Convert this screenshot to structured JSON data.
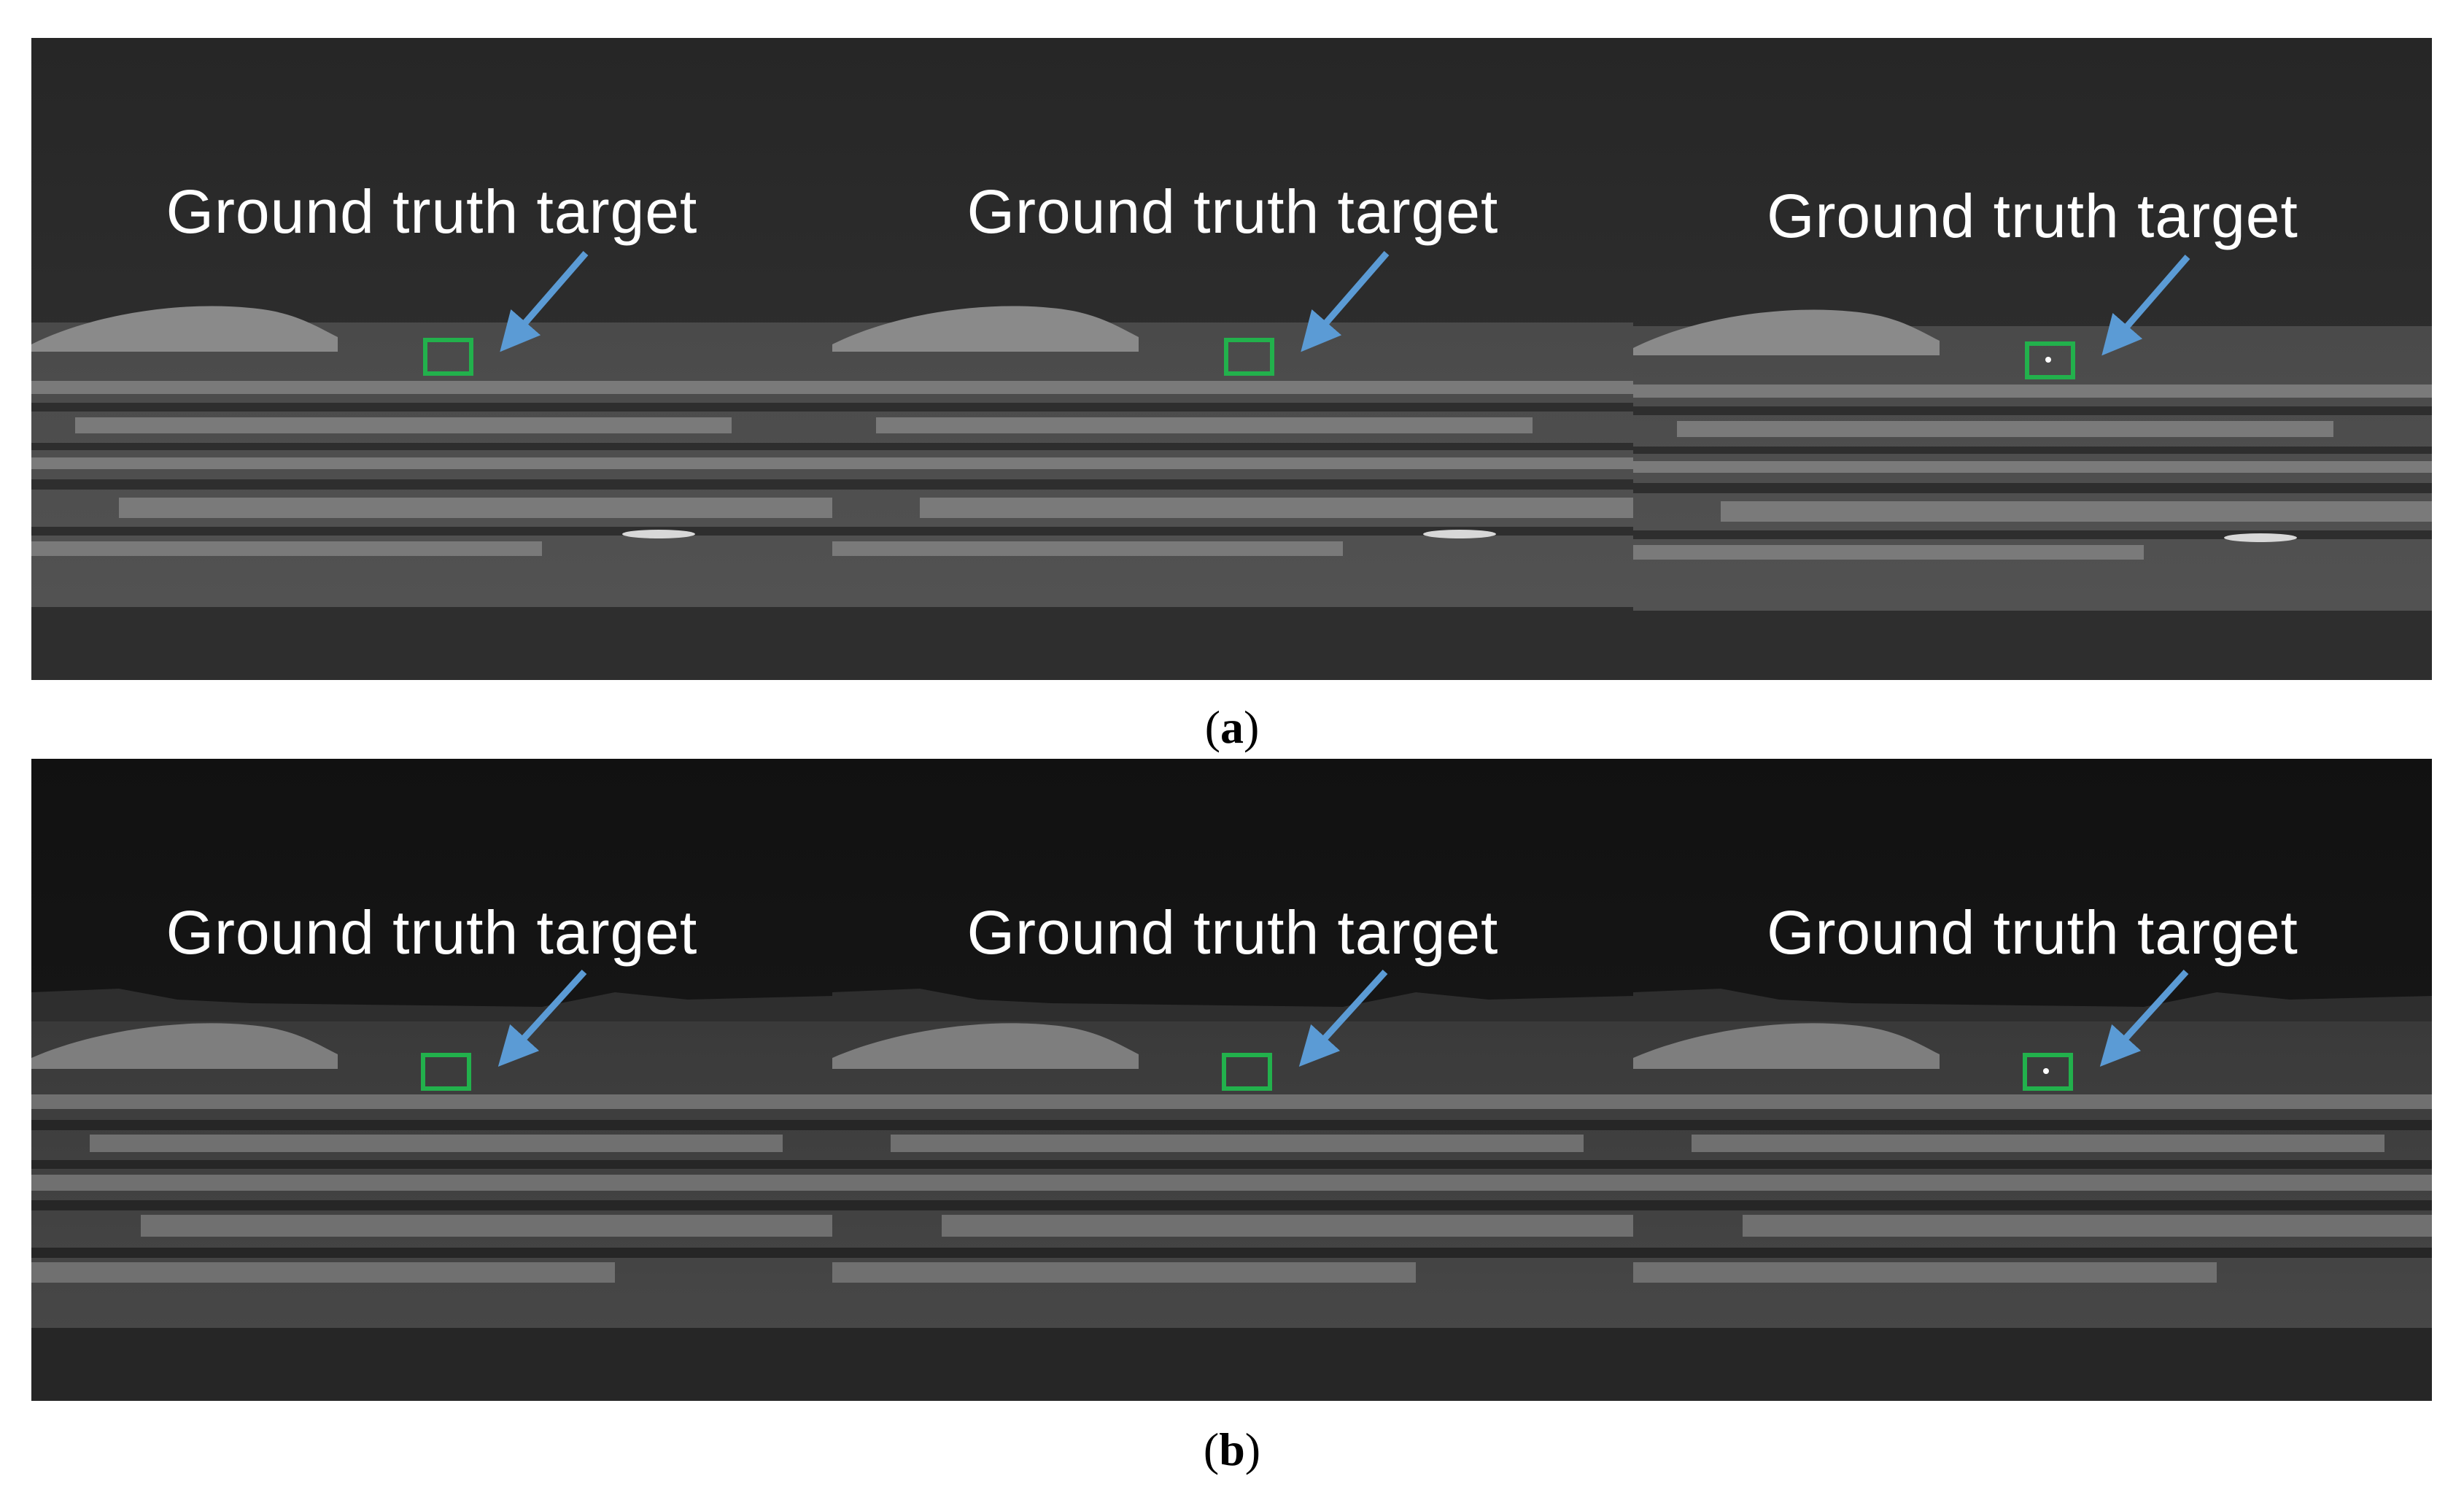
{
  "panels": {
    "a": {
      "caption_open": "(",
      "caption_letter": "a",
      "caption_close": ")",
      "frames": [
        {
          "label": "Ground truth target"
        },
        {
          "label": "Ground truth target"
        },
        {
          "label": "Ground truth target"
        }
      ]
    },
    "b": {
      "caption_open": "(",
      "caption_letter": "b",
      "caption_close": ")",
      "frames": [
        {
          "label": "Ground truth target"
        },
        {
          "label": "Ground truth target"
        },
        {
          "label": "Ground truth target"
        }
      ]
    }
  },
  "colors": {
    "arrow": "#5b9bd5",
    "target_box": "#22b14c",
    "label_text": "#ffffff"
  }
}
